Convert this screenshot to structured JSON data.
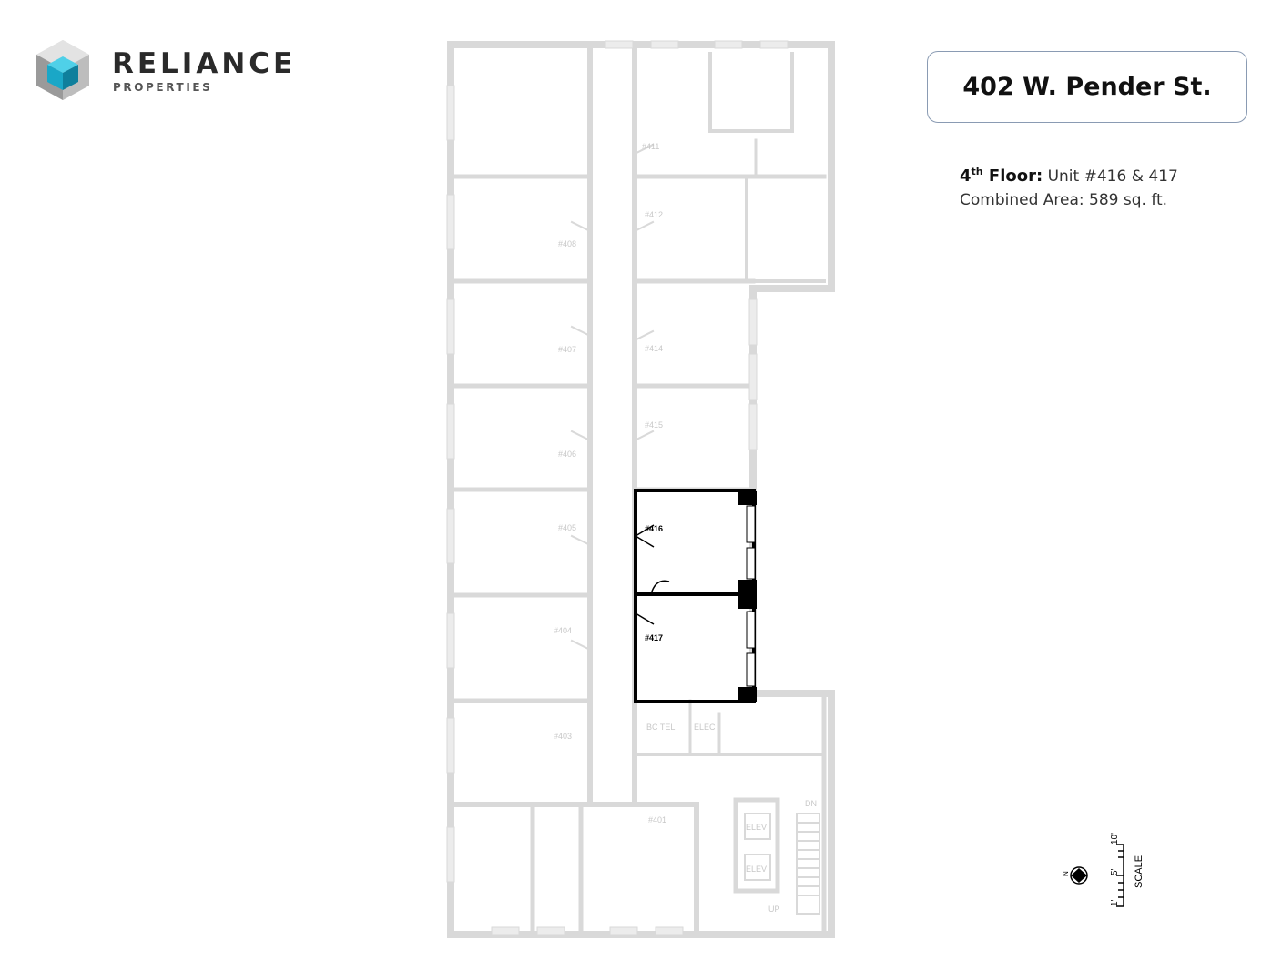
{
  "brand": {
    "name": "RELIANCE",
    "subtitle": "PROPERTIES"
  },
  "title": "402 W. Pender St.",
  "floor": {
    "num": "4",
    "sup": "th",
    "word": "Floor:",
    "units": "Unit #416 & 417",
    "area": "Combined Area: 589 sq. ft."
  },
  "colors": {
    "wall": "#d9d9d9",
    "highlight": "#000000",
    "logo_cyan": "#1aa7c7",
    "logo_grey": "#9a9a9a"
  },
  "plan": {
    "rooms": [
      {
        "id": "r411",
        "label": "#411"
      },
      {
        "id": "r412",
        "label": "#412"
      },
      {
        "id": "r408",
        "label": "#408"
      },
      {
        "id": "r407",
        "label": "#407"
      },
      {
        "id": "r414",
        "label": "#414"
      },
      {
        "id": "r406",
        "label": "#406"
      },
      {
        "id": "r415",
        "label": "#415"
      },
      {
        "id": "r405",
        "label": "#405"
      },
      {
        "id": "r416",
        "label": "#416"
      },
      {
        "id": "r404",
        "label": "#404"
      },
      {
        "id": "r417",
        "label": "#417"
      },
      {
        "id": "r403",
        "label": "#403"
      },
      {
        "id": "r401",
        "label": "#401"
      }
    ],
    "utility": {
      "bc_tel": "BC TEL",
      "elec": "ELEC",
      "elev1": "ELEV",
      "elev2": "ELEV",
      "dn": "DN",
      "up": "UP"
    }
  },
  "scale": {
    "label": "SCALE",
    "ticks": [
      "1'",
      "5'",
      "10'"
    ],
    "north": "N"
  }
}
